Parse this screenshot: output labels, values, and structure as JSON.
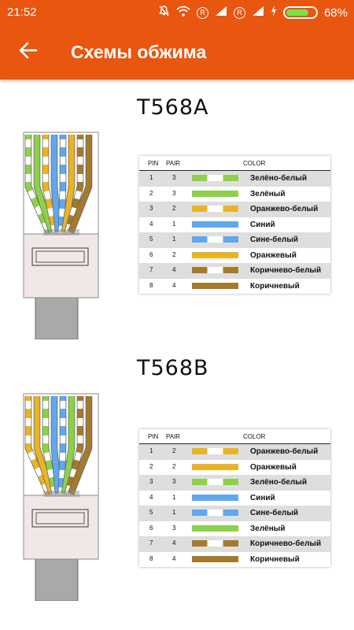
{
  "status": {
    "time": "21:52",
    "battery": "68%"
  },
  "header": {
    "title": "Схемы обжима"
  },
  "diagrams": [
    {
      "title": "T568A",
      "headers": {
        "pin": "PIN",
        "pair": "PAIR",
        "color": "COLOR"
      },
      "rows": [
        {
          "pin": "1",
          "pair": "3",
          "name": "Зелёно-белый",
          "color": "#8dd14a",
          "striped": true
        },
        {
          "pin": "2",
          "pair": "3",
          "name": "Зелёный",
          "color": "#8dd14a",
          "striped": false
        },
        {
          "pin": "3",
          "pair": "2",
          "name": "Оранжево-белый",
          "color": "#e8b427",
          "striped": true
        },
        {
          "pin": "4",
          "pair": "1",
          "name": "Синий",
          "color": "#5fa8ee",
          "striped": false
        },
        {
          "pin": "5",
          "pair": "1",
          "name": "Сине-белый",
          "color": "#5fa8ee",
          "striped": true
        },
        {
          "pin": "6",
          "pair": "2",
          "name": "Оранжевый",
          "color": "#e8b427",
          "striped": false
        },
        {
          "pin": "7",
          "pair": "4",
          "name": "Коричнево-белый",
          "color": "#a47a2d",
          "striped": true
        },
        {
          "pin": "8",
          "pair": "4",
          "name": "Коричневый",
          "color": "#a47a2d",
          "striped": false
        }
      ]
    },
    {
      "title": "T568B",
      "headers": {
        "pin": "PIN",
        "pair": "PAIR",
        "color": "COLOR"
      },
      "rows": [
        {
          "pin": "1",
          "pair": "2",
          "name": "Оранжево-белый",
          "color": "#e8b427",
          "striped": true
        },
        {
          "pin": "2",
          "pair": "2",
          "name": "Оранжевый",
          "color": "#e8b427",
          "striped": false
        },
        {
          "pin": "3",
          "pair": "3",
          "name": "Зелёно-белый",
          "color": "#8dd14a",
          "striped": true
        },
        {
          "pin": "4",
          "pair": "1",
          "name": "Синий",
          "color": "#5fa8ee",
          "striped": false
        },
        {
          "pin": "5",
          "pair": "1",
          "name": "Сине-белый",
          "color": "#5fa8ee",
          "striped": true
        },
        {
          "pin": "6",
          "pair": "3",
          "name": "Зелёный",
          "color": "#8dd14a",
          "striped": false
        },
        {
          "pin": "7",
          "pair": "4",
          "name": "Коричнево-белый",
          "color": "#a47a2d",
          "striped": true
        },
        {
          "pin": "8",
          "pair": "4",
          "name": "Коричневый",
          "color": "#a47a2d",
          "striped": false
        }
      ]
    }
  ]
}
